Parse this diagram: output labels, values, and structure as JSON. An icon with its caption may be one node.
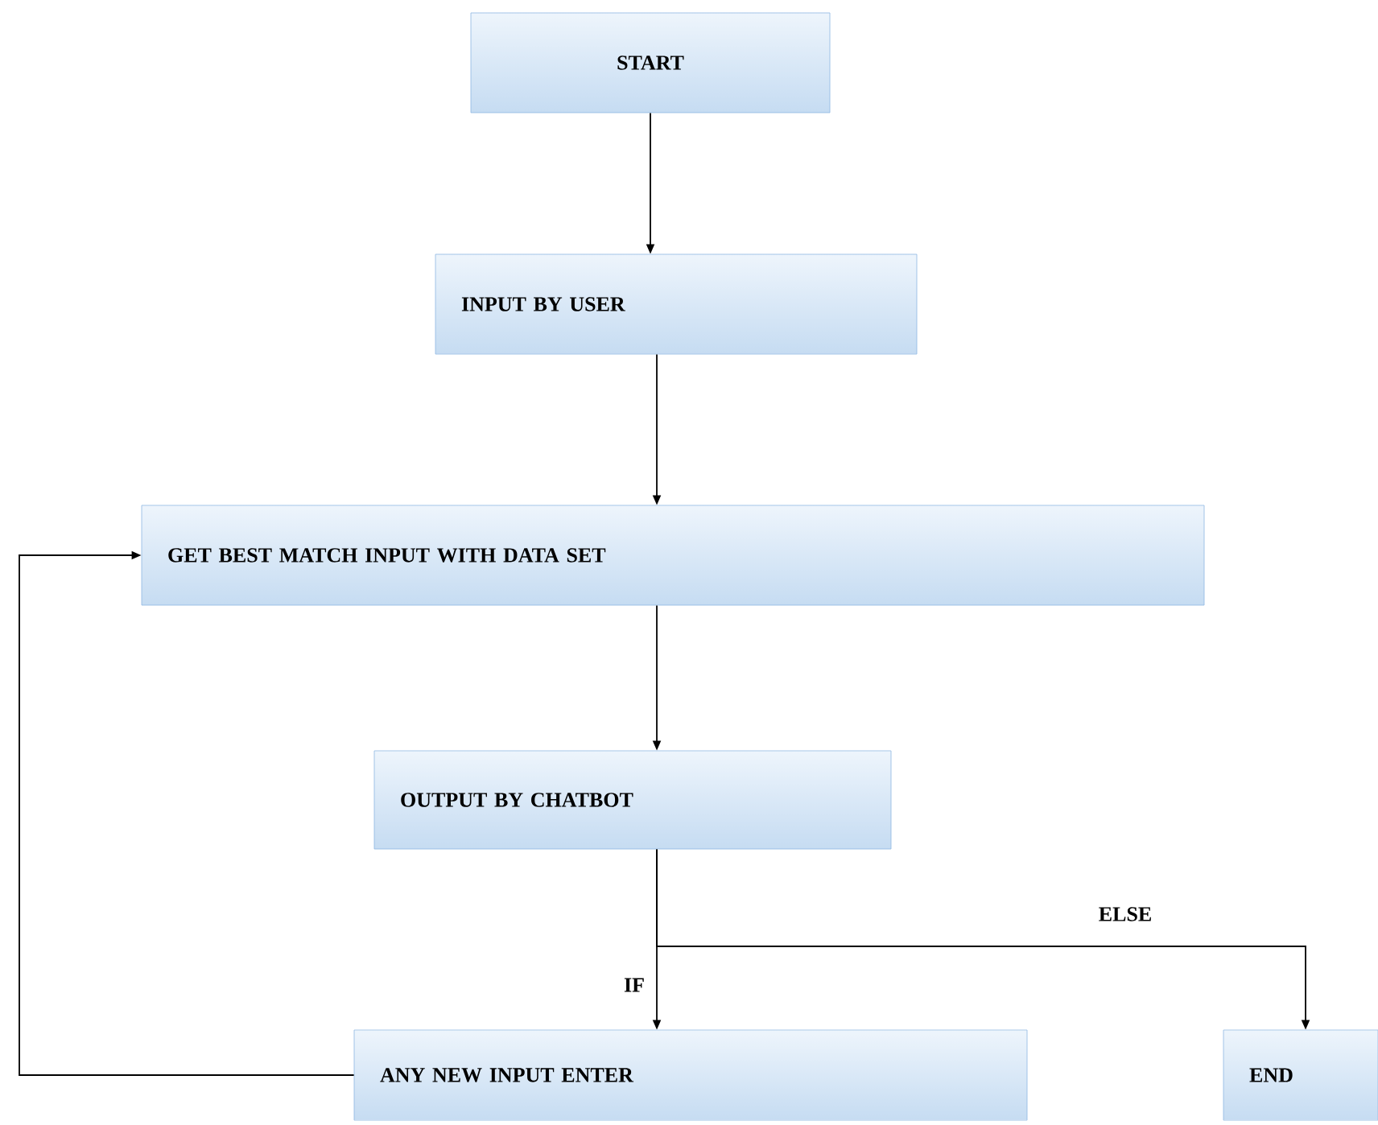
{
  "diagram": {
    "nodes": [
      {
        "text": [
          "START"
        ]
      },
      {
        "text": [
          "INPUT BY USER"
        ]
      },
      {
        "text": [
          "GET BEST MATCH  INPUT WITH DATA SET"
        ]
      },
      {
        "text": [
          "OUTPUT BY CHATBOT"
        ]
      },
      {
        "text": [
          "ANY NEW INPUT ENTER"
        ]
      },
      {
        "text": [
          "END"
        ]
      }
    ],
    "edges": [
      {
        "from": 0,
        "to": 1,
        "arrow": "to"
      },
      {
        "from": 1,
        "to": 2,
        "arrow": "to"
      },
      {
        "from": 2,
        "to": 3,
        "arrow": "to"
      },
      {
        "from": 3,
        "to": 4,
        "arrow": "to",
        "label": "IF"
      },
      {
        "from": 3,
        "to": 5,
        "arrow": "to",
        "label": "ELSE"
      },
      {
        "from": 4,
        "to": 2,
        "arrow": "to"
      }
    ]
  }
}
